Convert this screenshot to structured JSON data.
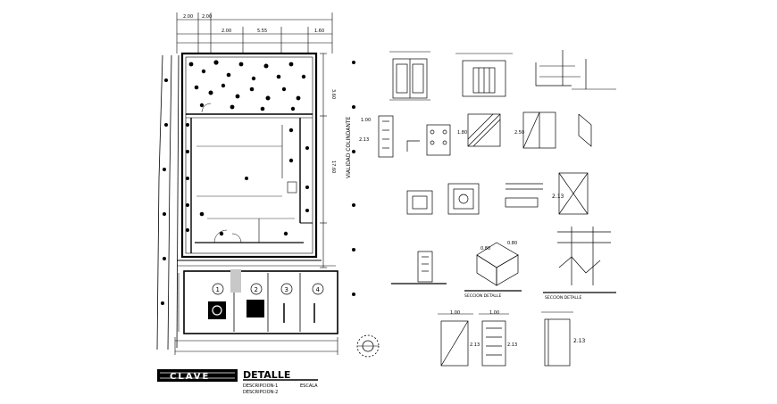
{
  "title_block": {
    "clave_text": "CLAVE",
    "detalle_text": "DETALLE",
    "descripcion_1": "DESCRIPCION-1",
    "descripcion_2": "DESCRIPCION-2",
    "escala": "ESCALA"
  },
  "plan": {
    "parking_numbers": [
      "1",
      "2",
      "3",
      "4"
    ],
    "top_dimensions": [
      "2.00",
      "2.00",
      "2.00",
      "5.55",
      "1.60"
    ],
    "side_dimensions": [
      "3.60",
      "17.60"
    ],
    "vertical_street_label": "VIALIDAD COLINDANTE"
  },
  "details": {
    "door_dims": [
      "1.00",
      "2.13",
      "2.50",
      "1.80"
    ],
    "box_labels": [
      "2.13",
      "0.80",
      "0.80"
    ],
    "bottom_dims": [
      "1.00",
      "1.00",
      "2.13",
      "2.13",
      "2.13"
    ],
    "section_titles": [
      "SECCION DETALLE",
      "SECCION DETALLE"
    ]
  },
  "colors": {
    "ink": "#000000",
    "paper": "#ffffff",
    "gray_fill": "#c8c8c8"
  }
}
